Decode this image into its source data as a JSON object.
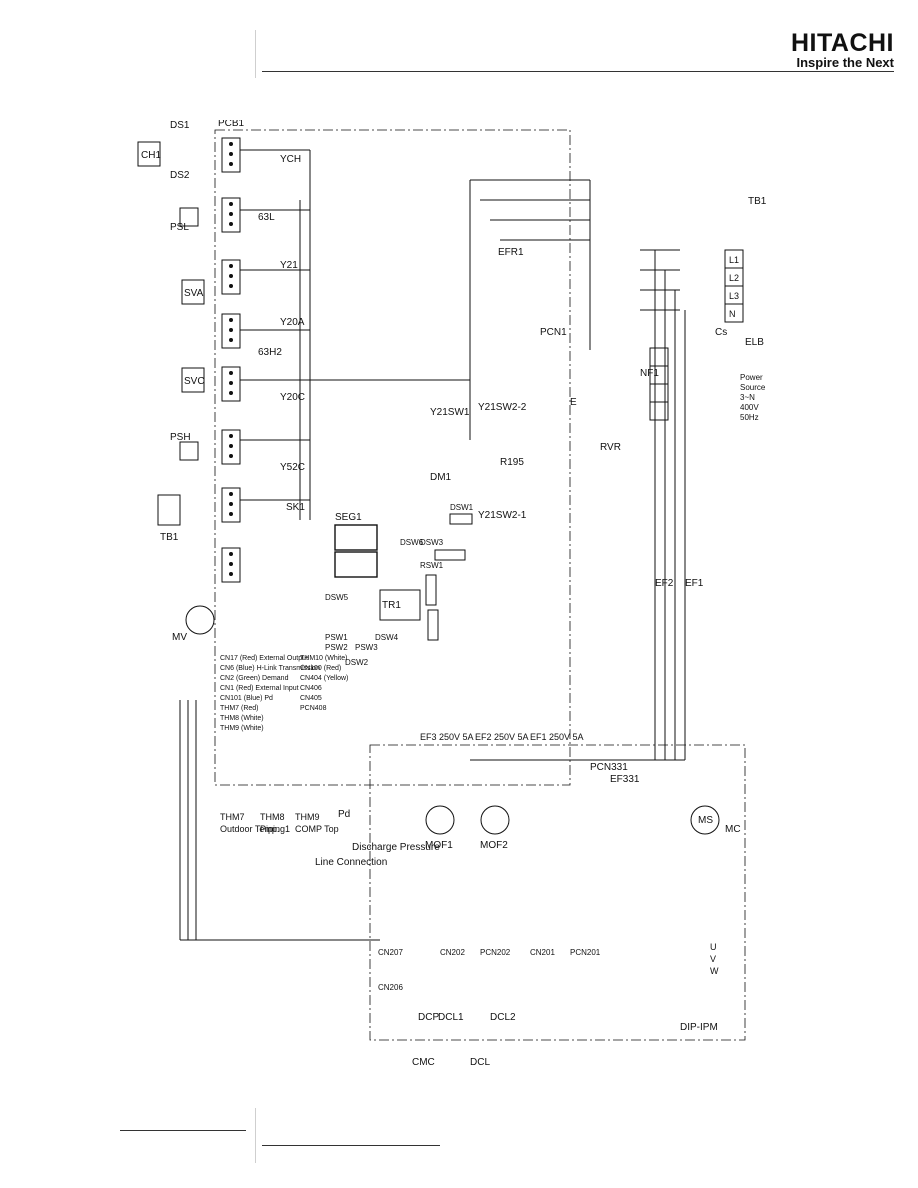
{
  "header": {
    "brand_name": "HITACHI",
    "brand_tagline": "Inspire the Next"
  },
  "diagram": {
    "box_labels": {
      "pcb1": "PCB1",
      "dip_ipm": "DIP-IPM",
      "ch1": "CH1",
      "ds1": "DS1",
      "ds2": "DS2",
      "psl": "PSL",
      "sva": "SVA",
      "svc": "SVC",
      "psh": "PSH",
      "tb1_left": "TB1",
      "tb1_right": "TB1",
      "mv": "MV",
      "seg1": "SEG1",
      "tr1": "TR1",
      "rvr": "RVR",
      "mof1": "MOF1",
      "mof2": "MOF2",
      "mc": "MC",
      "ms": "MS",
      "elb": "ELB",
      "nf1": "NF1",
      "ef1": "EF1",
      "ef2": "EF2",
      "pcn1": "PCN1",
      "dm1": "DM1",
      "y21sw1": "Y21SW1",
      "y21sw2_2": "Y21SW2-2",
      "y21sw2_1": "Y21SW2-1",
      "r195": "R195",
      "efr1": "EFR1",
      "e": "E",
      "cs": "Cs",
      "pd": "Pd",
      "line_connection": "Line Connection",
      "discharge_pressure": "Discharge Pressure",
      "cmc": "CMC",
      "dcl": "DCL",
      "dcl1": "DCL1",
      "dcl2": "DCL2",
      "dcp": "DCP",
      "y63l": "63L",
      "y63h2": "63H2",
      "ych": "YCH",
      "y21": "Y21",
      "y20a": "Y20A",
      "y20c": "Y20C",
      "y52c": "Y52C",
      "sk1": "SK1",
      "pcn331": "PCN331",
      "ef331": "EF331",
      "fuse_ef3": "EF3 250V 5A",
      "fuse_ef2": "EF2 250V 5A",
      "fuse_ef1": "EF1 250V 5A"
    },
    "thermistors": [
      {
        "id": "THM7",
        "desc": "Outdoor Temp."
      },
      {
        "id": "THM8",
        "desc": "Piping1"
      },
      {
        "id": "THM9",
        "desc": "COMP Top"
      }
    ],
    "connectors_pcb1": [
      "CN17 (Red) External Output",
      "CN6 (Blue) H-Link Transmission",
      "CN2 (Green) Demand",
      "CN1 (Red) External Input",
      "CN101 (Blue) Pd",
      "THM7 (Red)",
      "THM8 (White)",
      "THM9 (White)",
      "THM10 (White)",
      "CN100 (Red)",
      "CN404 (Yellow)",
      "CN406",
      "CN405",
      "PCN408"
    ],
    "switches": [
      "DSW1",
      "DSW3",
      "DSW6",
      "RSW1",
      "DSW5",
      "DSW4",
      "DSW2",
      "PSW1",
      "PSW2",
      "PSW3"
    ],
    "ipm_connectors": [
      "CN206",
      "CN207",
      "CN202",
      "PCN202",
      "CN201",
      "PCN201"
    ],
    "power_terminals": [
      "L1",
      "L2",
      "L3",
      "N"
    ],
    "power_supply": [
      "Power",
      "Source",
      "3~N",
      "400V",
      "50Hz"
    ],
    "motor_pins": [
      "U",
      "V",
      "W"
    ]
  }
}
